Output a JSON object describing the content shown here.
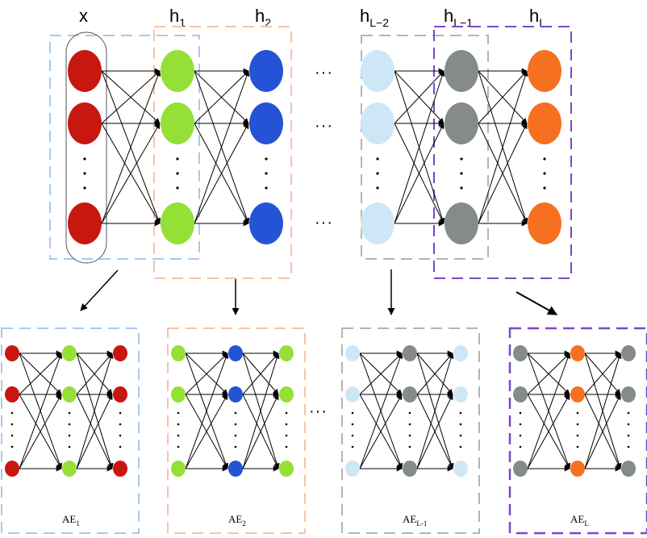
{
  "layers": {
    "x": {
      "label": "x",
      "sub": "",
      "color": "#c8170f"
    },
    "h1": {
      "label": "h",
      "sub": "1",
      "color": "#94e036"
    },
    "h2": {
      "label": "h",
      "sub": "2",
      "color": "#2553d6"
    },
    "hL2": {
      "label": "h",
      "sub": "L−2",
      "color": "#cde7f7"
    },
    "hL1": {
      "label": "h",
      "sub": "L−1",
      "color": "#858a8a"
    },
    "hL": {
      "label": "h",
      "sub": "L",
      "color": "#f57020"
    }
  },
  "box_colors": {
    "blue": "#a9c9ec",
    "peach": "#f5c4a6",
    "gray": "#b4b4b4",
    "purple": "#7b48c8"
  },
  "ellipsis": "···",
  "autoencoders": [
    {
      "label": "AE",
      "sub": "1"
    },
    {
      "label": "AE",
      "sub": "2"
    },
    {
      "label": "AE",
      "sub": "L-1"
    },
    {
      "label": "AE",
      "sub": "L"
    }
  ]
}
